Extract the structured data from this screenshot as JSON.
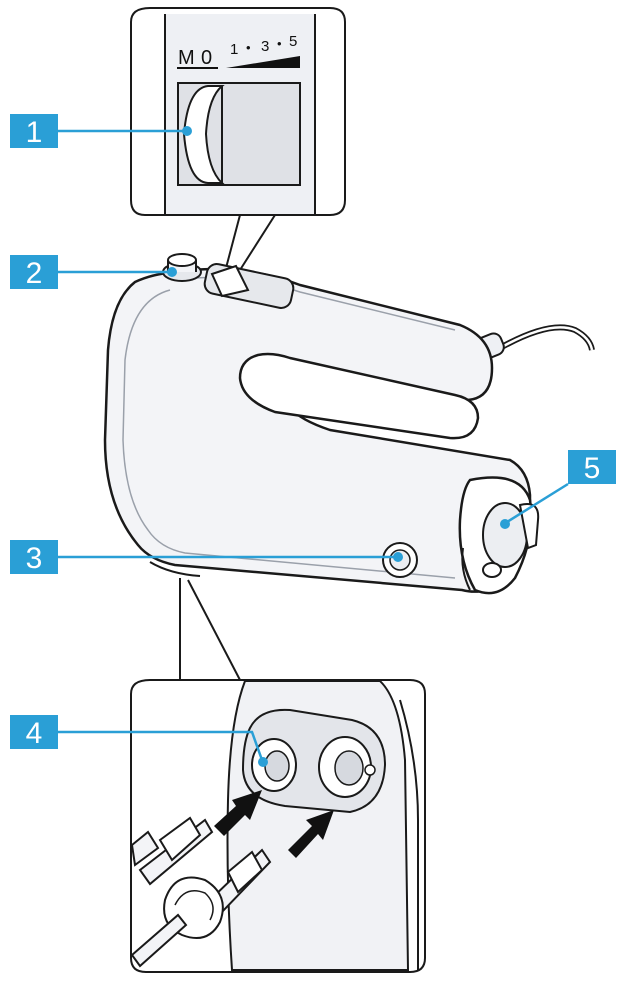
{
  "speed_scale": {
    "m": "M",
    "zero": "0",
    "one": "1",
    "dot_a": "•",
    "three": "3",
    "dot_b": "•",
    "five": "5"
  },
  "callouts": [
    {
      "number": "1",
      "part": "speed-switch"
    },
    {
      "number": "2",
      "part": "release-button"
    },
    {
      "number": "3",
      "part": "turbo-button"
    },
    {
      "number": "4",
      "part": "tool-sockets"
    },
    {
      "number": "5",
      "part": "cable-holder"
    }
  ],
  "colors": {
    "callout_fill": "#2a9fd6",
    "callout_text": "#ffffff",
    "outline": "#1a1a1a",
    "body_fill": "#f3f4f7",
    "shade": "#dfe1e6"
  }
}
